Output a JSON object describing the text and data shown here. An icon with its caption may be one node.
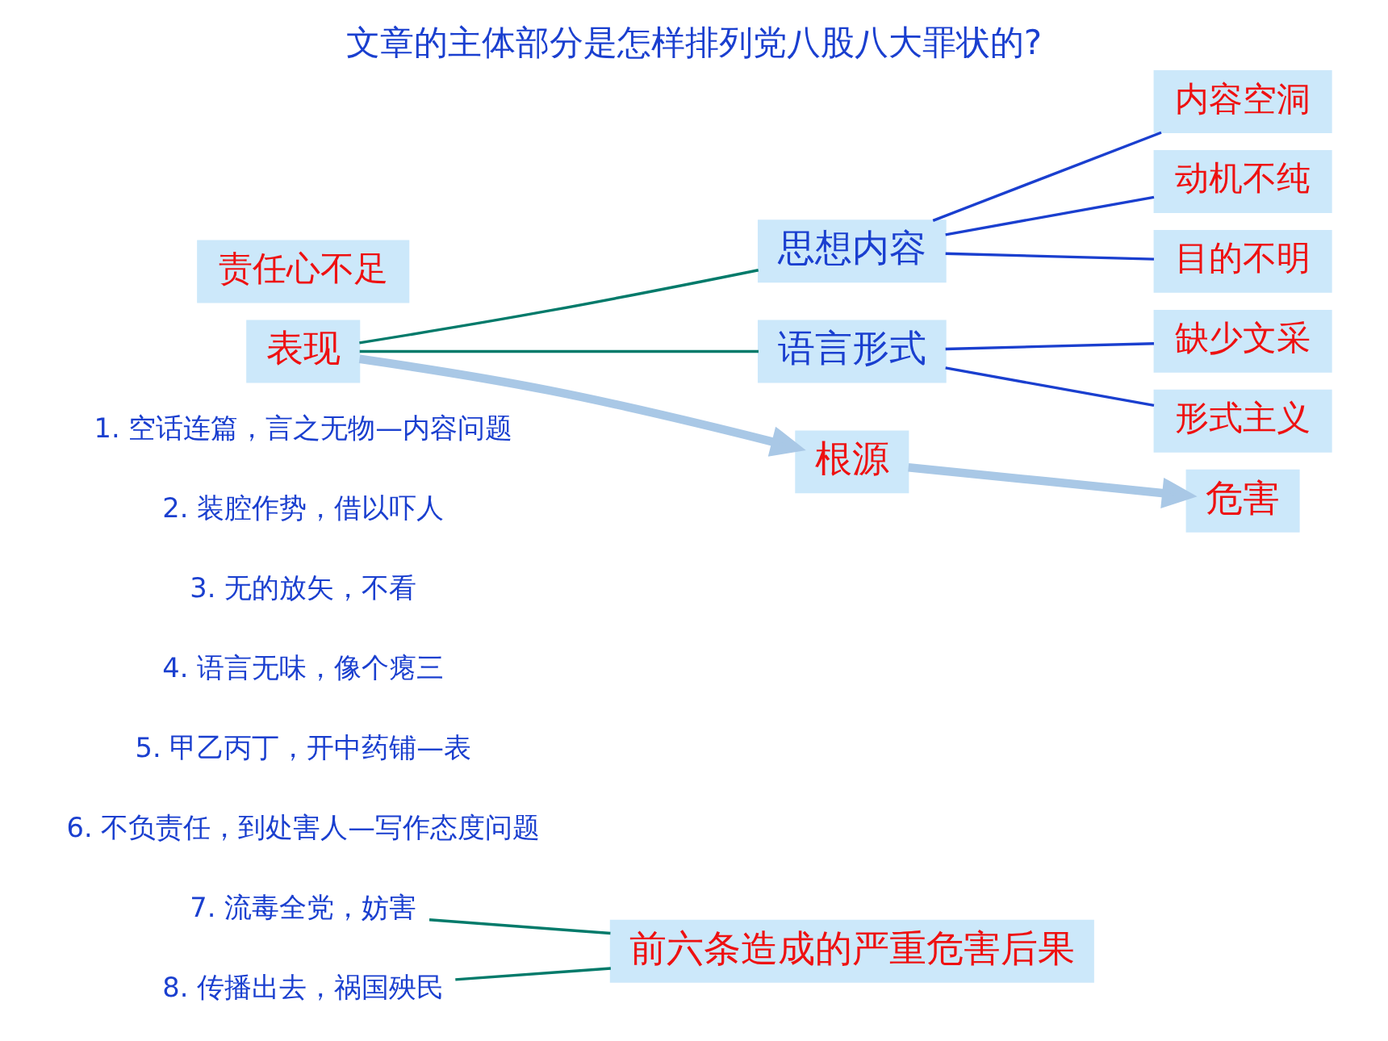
{
  "diagram": {
    "title": "文章的主体部分是怎样排列党八股八大罪状的?",
    "nodes": [
      {
        "text": [
          "1. 空话连篇，言之无物—内容问题"
        ]
      },
      {
        "text": [
          "2. 装腔作势，借以吓人"
        ]
      },
      {
        "text": [
          "3. 无的放矢，不看"
        ]
      },
      {
        "text": [
          "4. 语言无味，像个瘪三"
        ]
      },
      {
        "text": [
          "5. 甲乙丙丁，开中药铺—表"
        ]
      },
      {
        "text": [
          "6. 不负责任，到处害人—写作态度问题"
        ]
      },
      {
        "text": [
          "7. 流毒全党，妨害"
        ]
      },
      {
        "text": [
          "8. 传播出去，祸国殃民"
        ]
      },
      {
        "text": [
          "表现"
        ]
      },
      {
        "text": [
          "思想内容"
        ]
      },
      {
        "text": [
          "内容空洞"
        ]
      },
      {
        "text": [
          "动机不纯"
        ]
      },
      {
        "text": [
          "目的不明"
        ]
      },
      {
        "text": [
          "语言形式"
        ]
      },
      {
        "text": [
          "缺少文采"
        ]
      },
      {
        "text": [
          "形式主义"
        ]
      },
      {
        "text": [
          "根源"
        ]
      },
      {
        "text": [
          "责任心不足"
        ]
      },
      {
        "text": [
          "危害"
        ]
      },
      {
        "text": [
          "前六条造成的严重危害后果"
        ]
      }
    ],
    "edges": [
      {
        "from": 8,
        "to": 9,
        "arrow": "none",
        "color": "#007a6a"
      },
      {
        "from": 8,
        "to": 13,
        "arrow": "none",
        "color": "#007a6a"
      },
      {
        "from": 9,
        "to": 10,
        "arrow": "none"
      },
      {
        "from": 9,
        "to": 11,
        "arrow": "none"
      },
      {
        "from": 9,
        "to": 12,
        "arrow": "none"
      },
      {
        "from": 13,
        "to": 14,
        "arrow": "none"
      },
      {
        "from": 13,
        "to": 15,
        "arrow": "none"
      },
      {
        "from": 8,
        "to": 16,
        "arrow": "to",
        "style": "thick",
        "color": "#a9c8e6"
      },
      {
        "from": 16,
        "to": 18,
        "arrow": "to",
        "style": "thick",
        "color": "#a9c8e6"
      },
      {
        "from": 6,
        "to": 19,
        "arrow": "none",
        "color": "#007a6a"
      },
      {
        "from": 7,
        "to": 19,
        "arrow": "none",
        "color": "#007a6a"
      }
    ]
  }
}
